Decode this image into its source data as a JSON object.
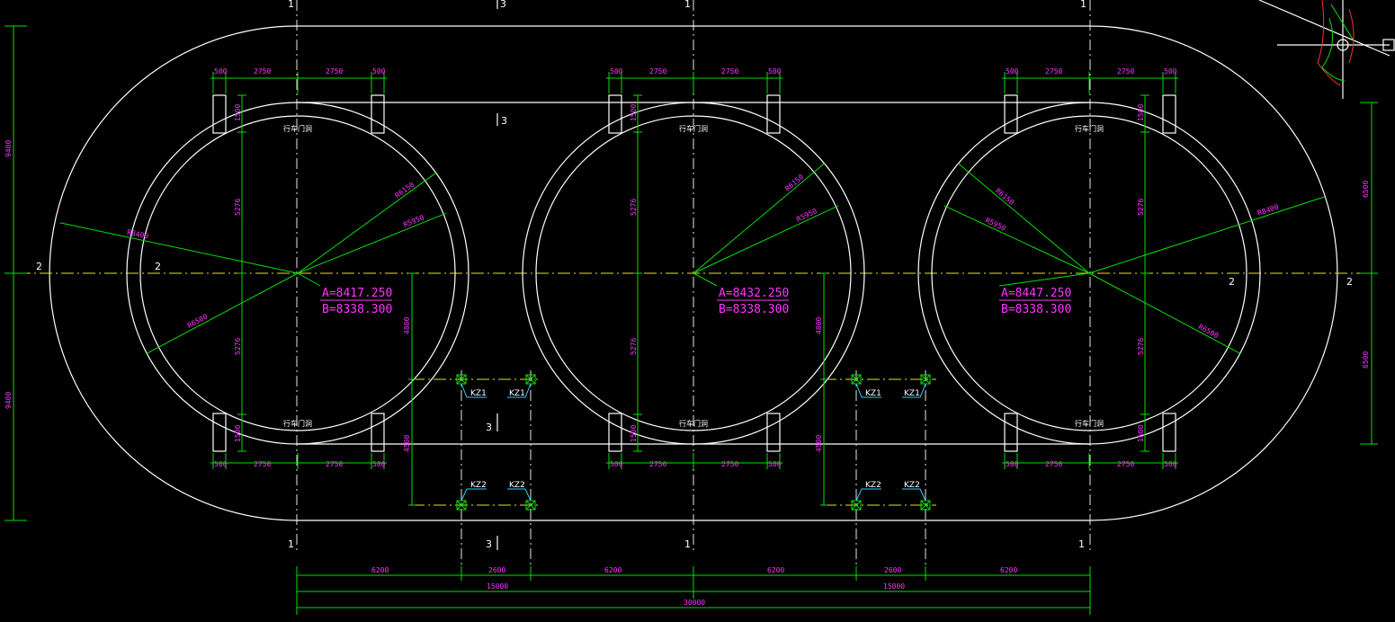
{
  "colors": {
    "background": "#000000",
    "outline": "#ffffff",
    "dimension": "#00e000",
    "dim_text": "#ff33ff",
    "centerline": "#e6e600",
    "leader": "#33ccff"
  },
  "axes": {
    "a1": "1",
    "a3": "3",
    "a2": "2"
  },
  "tanks": [
    {
      "A": "A=8417.250",
      "B": "B=8338.300",
      "label_top": "行车门洞",
      "label_bot": "行车门洞",
      "top_dims": [
        "500",
        "2750",
        "2750",
        "500"
      ],
      "bot_dims": [
        "500",
        "2750",
        "2750",
        "500"
      ],
      "v_dims": [
        "1500",
        "5276",
        "5276",
        "1500"
      ],
      "radii": [
        "R6150",
        "R5950",
        "R8400",
        "R6500"
      ]
    },
    {
      "A": "A=8432.250",
      "B": "B=8338.300",
      "label_top": "行车门洞",
      "label_bot": "行车门洞",
      "top_dims": [
        "500",
        "2750",
        "2750",
        "500"
      ],
      "bot_dims": [
        "500",
        "2750",
        "2750",
        "500"
      ],
      "v_dims": [
        "1500",
        "5276",
        "5276",
        "1500"
      ],
      "radii": [
        "R6150",
        "R5950"
      ]
    },
    {
      "A": "A=8447.250",
      "B": "B=8338.300",
      "label_top": "行车门洞",
      "label_bot": "行车门洞",
      "top_dims": [
        "500",
        "2750",
        "2750",
        "500"
      ],
      "bot_dims": [
        "500",
        "2750",
        "2750",
        "500"
      ],
      "v_dims": [
        "1500",
        "5276",
        "5276",
        "1500"
      ],
      "radii": [
        "R6150",
        "R5950",
        "R8400",
        "R6500"
      ]
    }
  ],
  "columns": {
    "kz1": "KZ1",
    "kz2": "KZ2"
  },
  "col_dims": {
    "upper": "4800",
    "lower": "4500"
  },
  "left_dims": [
    "9400",
    "9400"
  ],
  "right_dims": [
    "6500",
    "6500"
  ],
  "bottom_dims": {
    "row1": [
      "6200",
      "2600",
      "6200",
      "6200",
      "2600",
      "6200"
    ],
    "row2": [
      "15000",
      "15000"
    ],
    "row3": "30000"
  }
}
